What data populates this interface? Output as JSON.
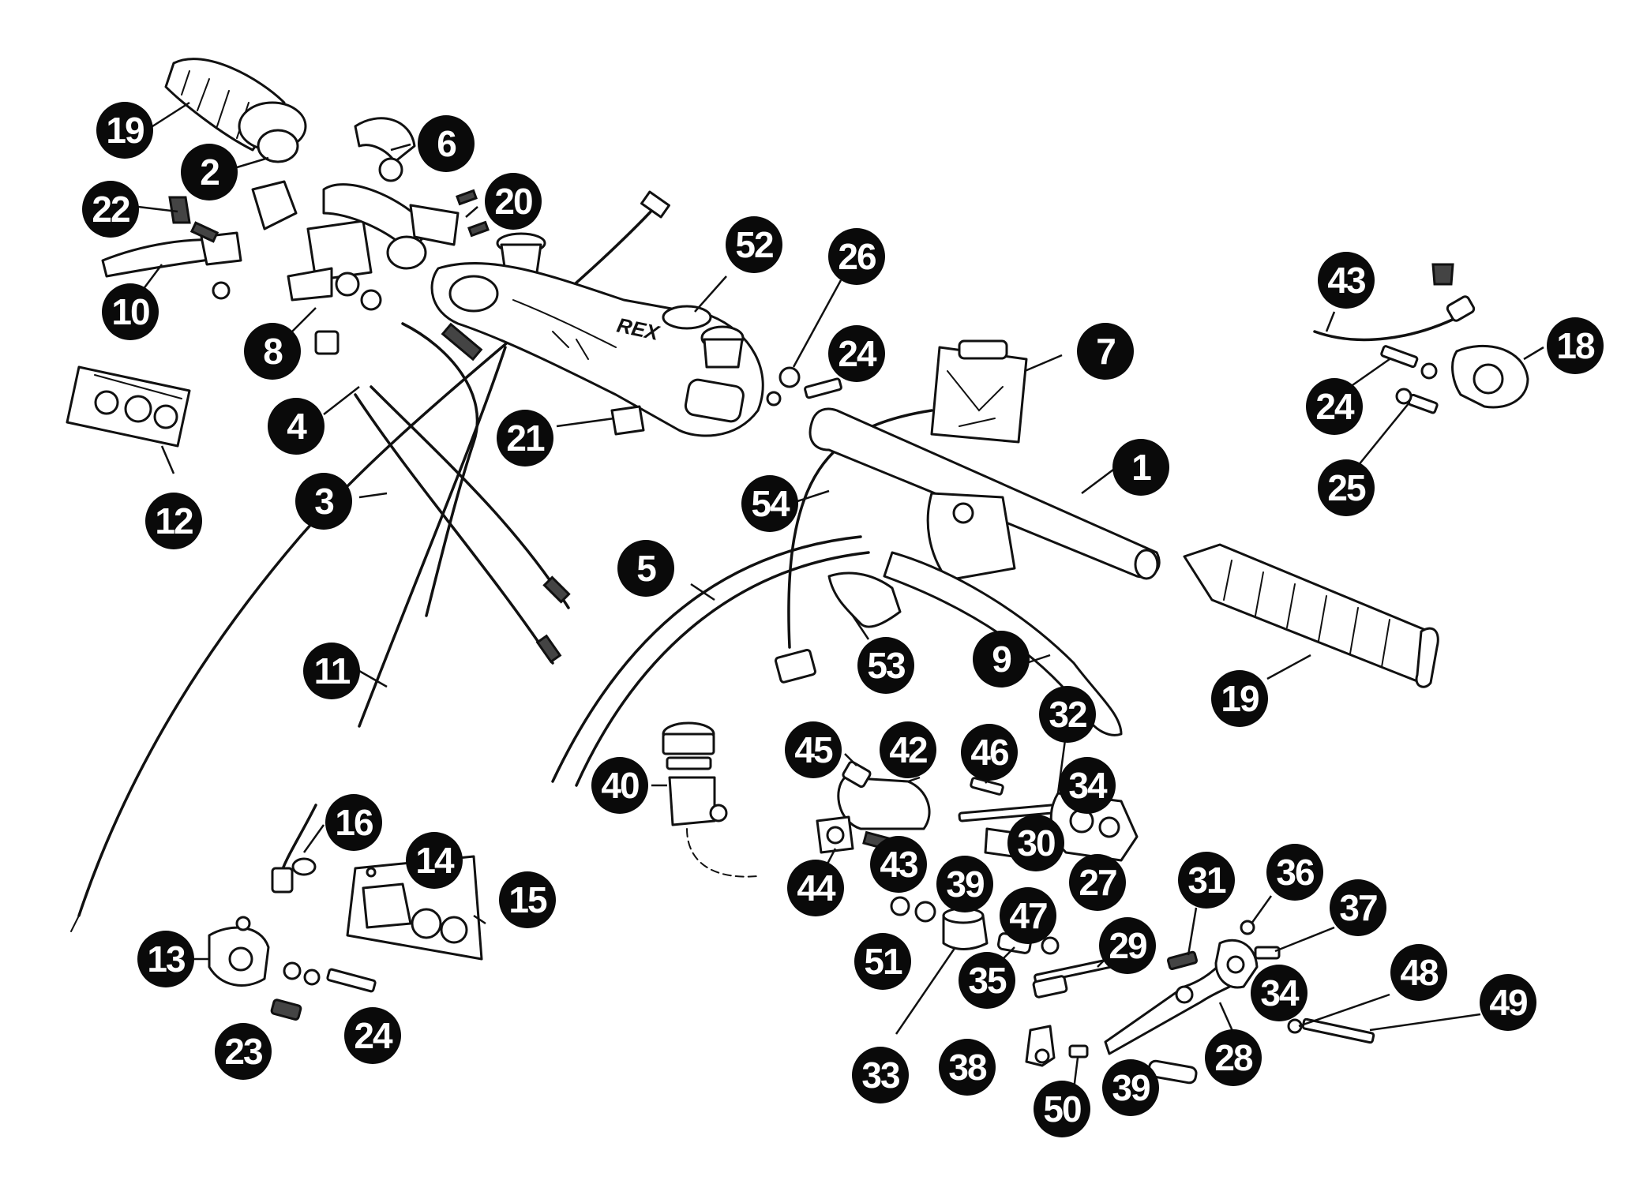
{
  "callouts": [
    {
      "id": "c-19a",
      "label": "19"
    },
    {
      "id": "c-2",
      "label": "2"
    },
    {
      "id": "c-22",
      "label": "22"
    },
    {
      "id": "c-10",
      "label": "10"
    },
    {
      "id": "c-6",
      "label": "6"
    },
    {
      "id": "c-20",
      "label": "20"
    },
    {
      "id": "c-52",
      "label": "52"
    },
    {
      "id": "c-26",
      "label": "26"
    },
    {
      "id": "c-24a",
      "label": "24"
    },
    {
      "id": "c-8",
      "label": "8"
    },
    {
      "id": "c-4",
      "label": "4"
    },
    {
      "id": "c-21",
      "label": "21"
    },
    {
      "id": "c-12",
      "label": "12"
    },
    {
      "id": "c-3",
      "label": "3"
    },
    {
      "id": "c-7",
      "label": "7"
    },
    {
      "id": "c-1",
      "label": "1"
    },
    {
      "id": "c-54",
      "label": "54"
    },
    {
      "id": "c-5",
      "label": "5"
    },
    {
      "id": "c-53",
      "label": "53"
    },
    {
      "id": "c-9",
      "label": "9"
    },
    {
      "id": "c-19b",
      "label": "19"
    },
    {
      "id": "c-11",
      "label": "11"
    },
    {
      "id": "c-43a",
      "label": "43"
    },
    {
      "id": "c-18",
      "label": "18"
    },
    {
      "id": "c-24b",
      "label": "24"
    },
    {
      "id": "c-25",
      "label": "25"
    },
    {
      "id": "c-32",
      "label": "32"
    },
    {
      "id": "c-45",
      "label": "45"
    },
    {
      "id": "c-42",
      "label": "42"
    },
    {
      "id": "c-46",
      "label": "46"
    },
    {
      "id": "c-34a",
      "label": "34"
    },
    {
      "id": "c-40",
      "label": "40"
    },
    {
      "id": "c-30",
      "label": "30"
    },
    {
      "id": "c-16",
      "label": "16"
    },
    {
      "id": "c-14",
      "label": "14"
    },
    {
      "id": "c-15",
      "label": "15"
    },
    {
      "id": "c-44",
      "label": "44"
    },
    {
      "id": "c-43b",
      "label": "43"
    },
    {
      "id": "c-39a",
      "label": "39"
    },
    {
      "id": "c-27",
      "label": "27"
    },
    {
      "id": "c-31",
      "label": "31"
    },
    {
      "id": "c-36",
      "label": "36"
    },
    {
      "id": "c-37",
      "label": "37"
    },
    {
      "id": "c-13",
      "label": "13"
    },
    {
      "id": "c-51",
      "label": "51"
    },
    {
      "id": "c-47",
      "label": "47"
    },
    {
      "id": "c-29",
      "label": "29"
    },
    {
      "id": "c-35",
      "label": "35"
    },
    {
      "id": "c-48",
      "label": "48"
    },
    {
      "id": "c-34b",
      "label": "34"
    },
    {
      "id": "c-49",
      "label": "49"
    },
    {
      "id": "c-23",
      "label": "23"
    },
    {
      "id": "c-24c",
      "label": "24"
    },
    {
      "id": "c-28",
      "label": "28"
    },
    {
      "id": "c-33",
      "label": "33"
    },
    {
      "id": "c-38",
      "label": "38"
    },
    {
      "id": "c-39b",
      "label": "39"
    },
    {
      "id": "c-50",
      "label": "50"
    }
  ],
  "logo_text": "REX"
}
